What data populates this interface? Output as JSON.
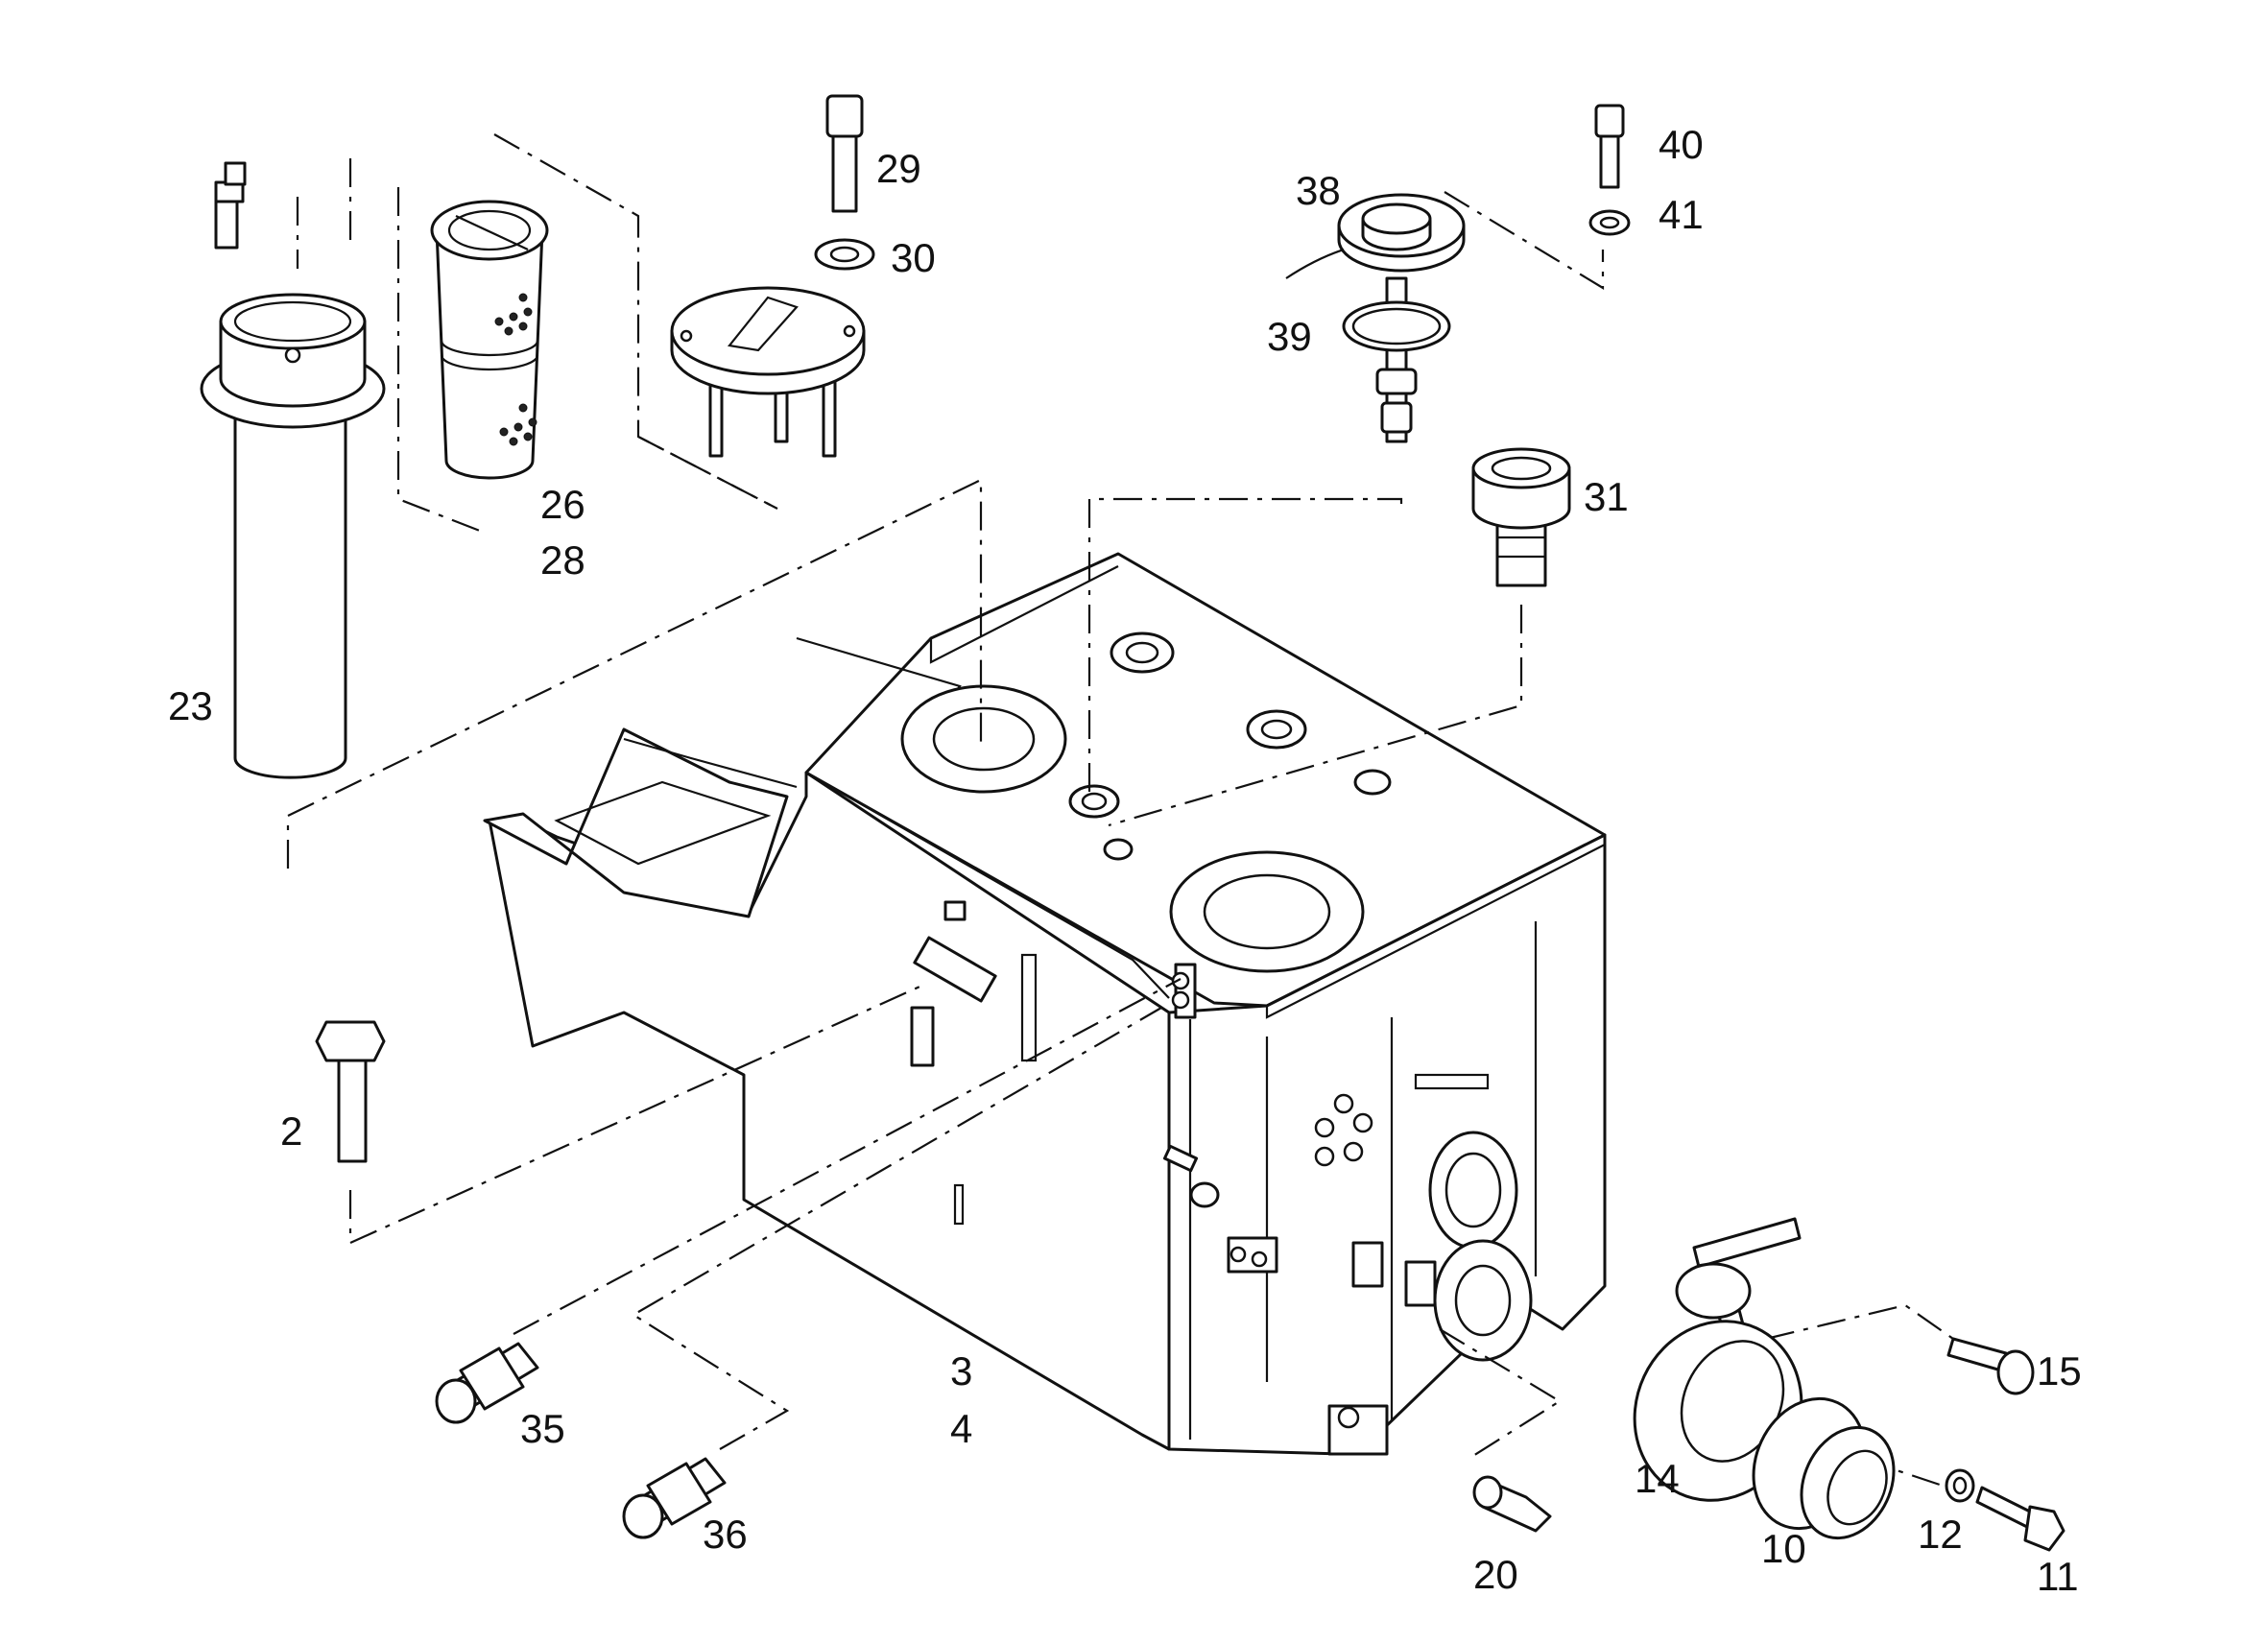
{
  "callouts": [
    {
      "id": "2",
      "label": "2"
    },
    {
      "id": "3",
      "label": "3"
    },
    {
      "id": "4",
      "label": "4"
    },
    {
      "id": "10",
      "label": "10"
    },
    {
      "id": "11",
      "label": "11"
    },
    {
      "id": "12",
      "label": "12"
    },
    {
      "id": "14",
      "label": "14"
    },
    {
      "id": "15",
      "label": "15"
    },
    {
      "id": "20",
      "label": "20"
    },
    {
      "id": "23",
      "label": "23"
    },
    {
      "id": "26",
      "label": "26"
    },
    {
      "id": "28",
      "label": "28"
    },
    {
      "id": "29",
      "label": "29"
    },
    {
      "id": "30",
      "label": "30"
    },
    {
      "id": "31",
      "label": "31"
    },
    {
      "id": "35",
      "label": "35"
    },
    {
      "id": "36",
      "label": "36"
    },
    {
      "id": "38",
      "label": "38"
    },
    {
      "id": "39",
      "label": "39"
    },
    {
      "id": "40",
      "label": "40"
    },
    {
      "id": "41",
      "label": "41"
    }
  ],
  "colors": {
    "line": "#111111",
    "background": "#ffffff"
  }
}
